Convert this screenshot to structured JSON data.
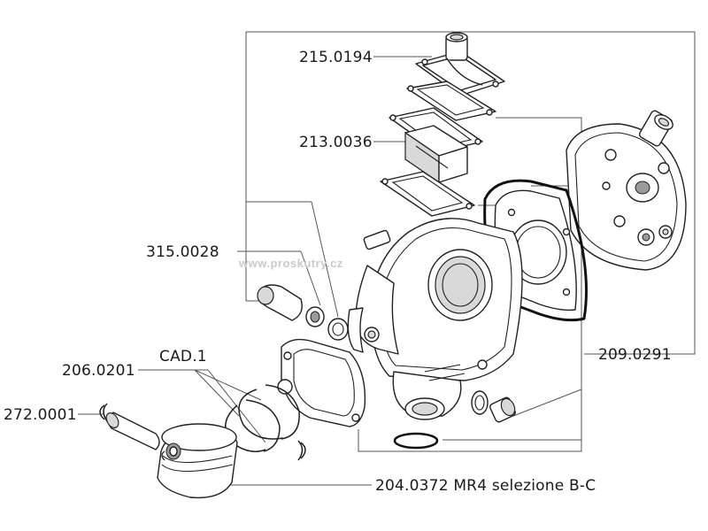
{
  "watermark": "www.proskutry.cz",
  "parts": [
    {
      "id": "p1",
      "code": "215.0194",
      "part": "intake-manifold"
    },
    {
      "id": "p2",
      "code": "213.0036",
      "part": "reed-valve"
    },
    {
      "id": "p3",
      "code": "315.0028",
      "part": "decompressor-valve"
    },
    {
      "id": "p4",
      "code": "CAD.1",
      "part": "piston-rings"
    },
    {
      "id": "p5",
      "code": "206.0201",
      "part": "piston-ring-set"
    },
    {
      "id": "p6",
      "code": "272.0001",
      "part": "piston-pin"
    },
    {
      "id": "p7",
      "code": "209.0291",
      "part": "cylinder-head"
    },
    {
      "id": "p8",
      "code": "204.0372 MR4 selezione B-C",
      "part": "piston"
    }
  ],
  "colors": {
    "line": "#555555",
    "ink": "#222222",
    "watermark": "#c9c9c9"
  }
}
